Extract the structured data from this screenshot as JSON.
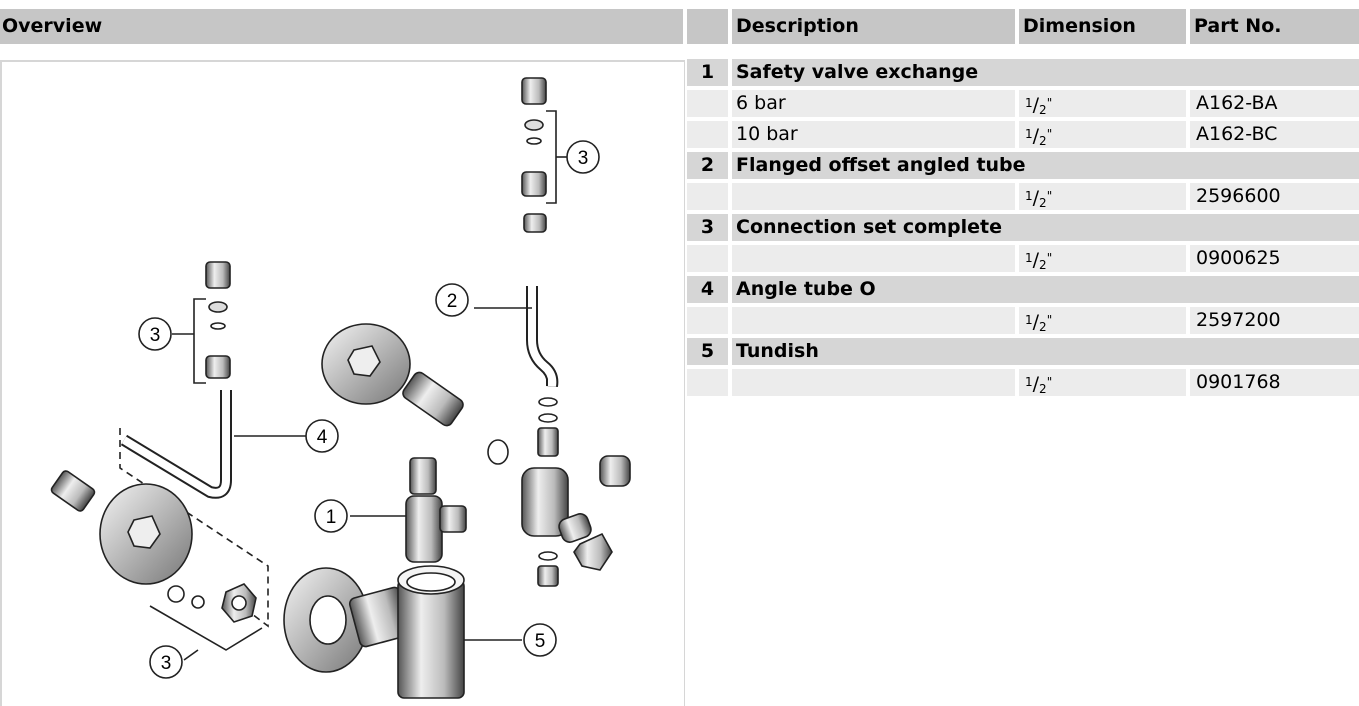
{
  "header": {
    "overview": "Overview",
    "description": "Description",
    "dimension": "Dimension",
    "part_no": "Part No."
  },
  "diagram": {
    "callouts": [
      "3",
      "3",
      "2",
      "4",
      "1",
      "3",
      "5"
    ]
  },
  "groups": [
    {
      "num": "1",
      "title": "Safety valve exchange",
      "items": [
        {
          "description": "6 bar",
          "dim_num": "1",
          "dim_den": "2",
          "part_no": "A162-BA"
        },
        {
          "description": "10 bar",
          "dim_num": "1",
          "dim_den": "2",
          "part_no": "A162-BC"
        }
      ]
    },
    {
      "num": "2",
      "title": "Flanged offset angled tube",
      "items": [
        {
          "description": "",
          "dim_num": "1",
          "dim_den": "2",
          "part_no": "2596600"
        }
      ]
    },
    {
      "num": "3",
      "title": "Connection set complete",
      "items": [
        {
          "description": "",
          "dim_num": "1",
          "dim_den": "2",
          "part_no": "0900625"
        }
      ]
    },
    {
      "num": "4",
      "title": "Angle tube O",
      "items": [
        {
          "description": "",
          "dim_num": "1",
          "dim_den": "2",
          "part_no": "2597200"
        }
      ]
    },
    {
      "num": "5",
      "title": "Tundish",
      "items": [
        {
          "description": "",
          "dim_num": "1",
          "dim_den": "2",
          "part_no": "0901768"
        }
      ]
    }
  ],
  "inch_mark": "\""
}
